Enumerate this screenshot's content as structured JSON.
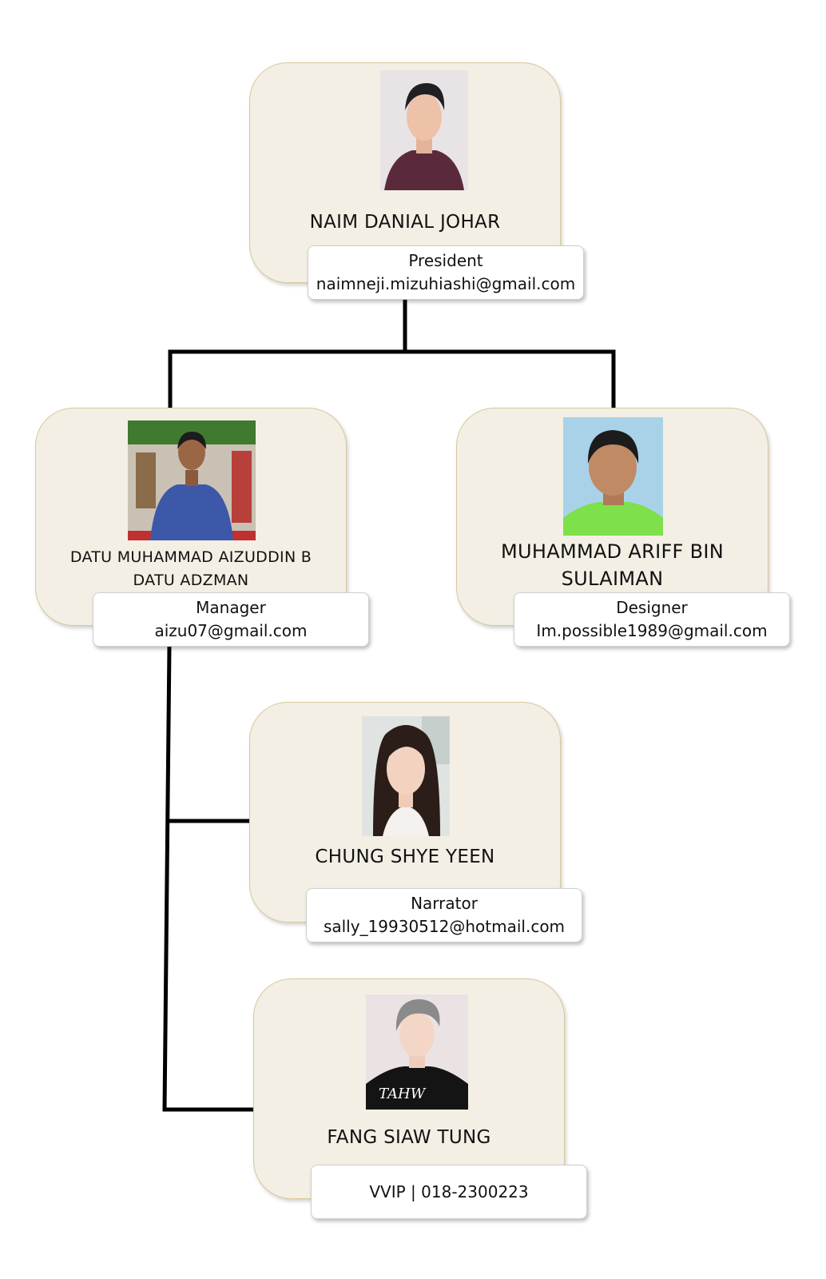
{
  "members": [
    {
      "name": "NAIM DANIAL JOHAR",
      "role": "President",
      "contact": "naimneji.mizuhiashi@gmail.com"
    },
    {
      "name": "DATU MUHAMMAD AIZUDDIN B DATU ADZMAN",
      "role": "Manager",
      "contact": "aizu07@gmail.com"
    },
    {
      "name": "MUHAMMAD ARIFF BIN SULAIMAN",
      "role": "Designer",
      "contact": "Im.possible1989@gmail.com"
    },
    {
      "name": "CHUNG SHYE YEEN",
      "role": "Narrator",
      "contact": "sally_19930512@hotmail.com"
    },
    {
      "name": "FANG SIAW TUNG",
      "role": "VVIP | 018-2300223",
      "contact": ""
    }
  ],
  "colors": {
    "card_fill": "#f3efe4",
    "card_border": "#d8c89c",
    "connector": "#000000"
  }
}
